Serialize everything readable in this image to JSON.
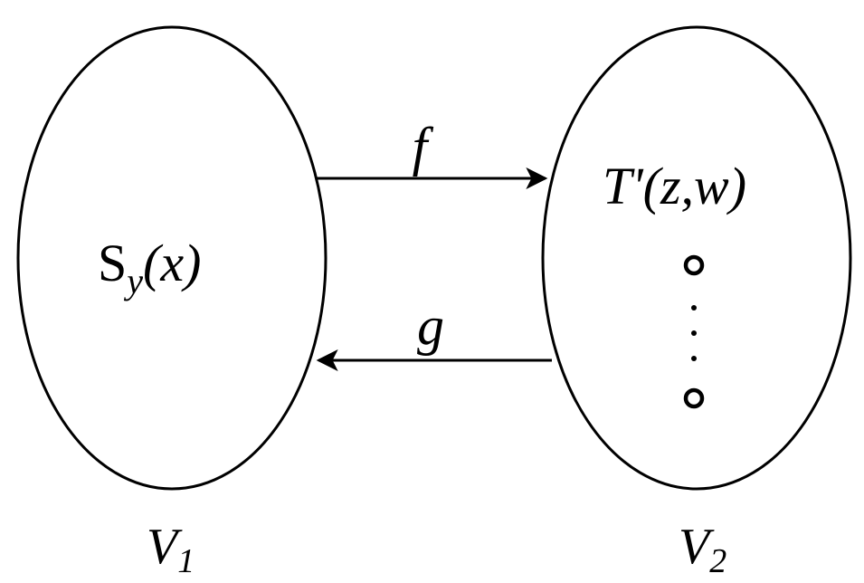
{
  "set_left": {
    "name": "V",
    "name_sub": "1",
    "content": "S",
    "content_sub": "y",
    "content_arg": "(x)"
  },
  "set_right": {
    "name": "V",
    "name_sub": "2",
    "content": "T'(z,w)"
  },
  "arrows": {
    "forward": "f",
    "backward": "g"
  },
  "colors": {
    "stroke": "#000000",
    "background": "#ffffff"
  }
}
